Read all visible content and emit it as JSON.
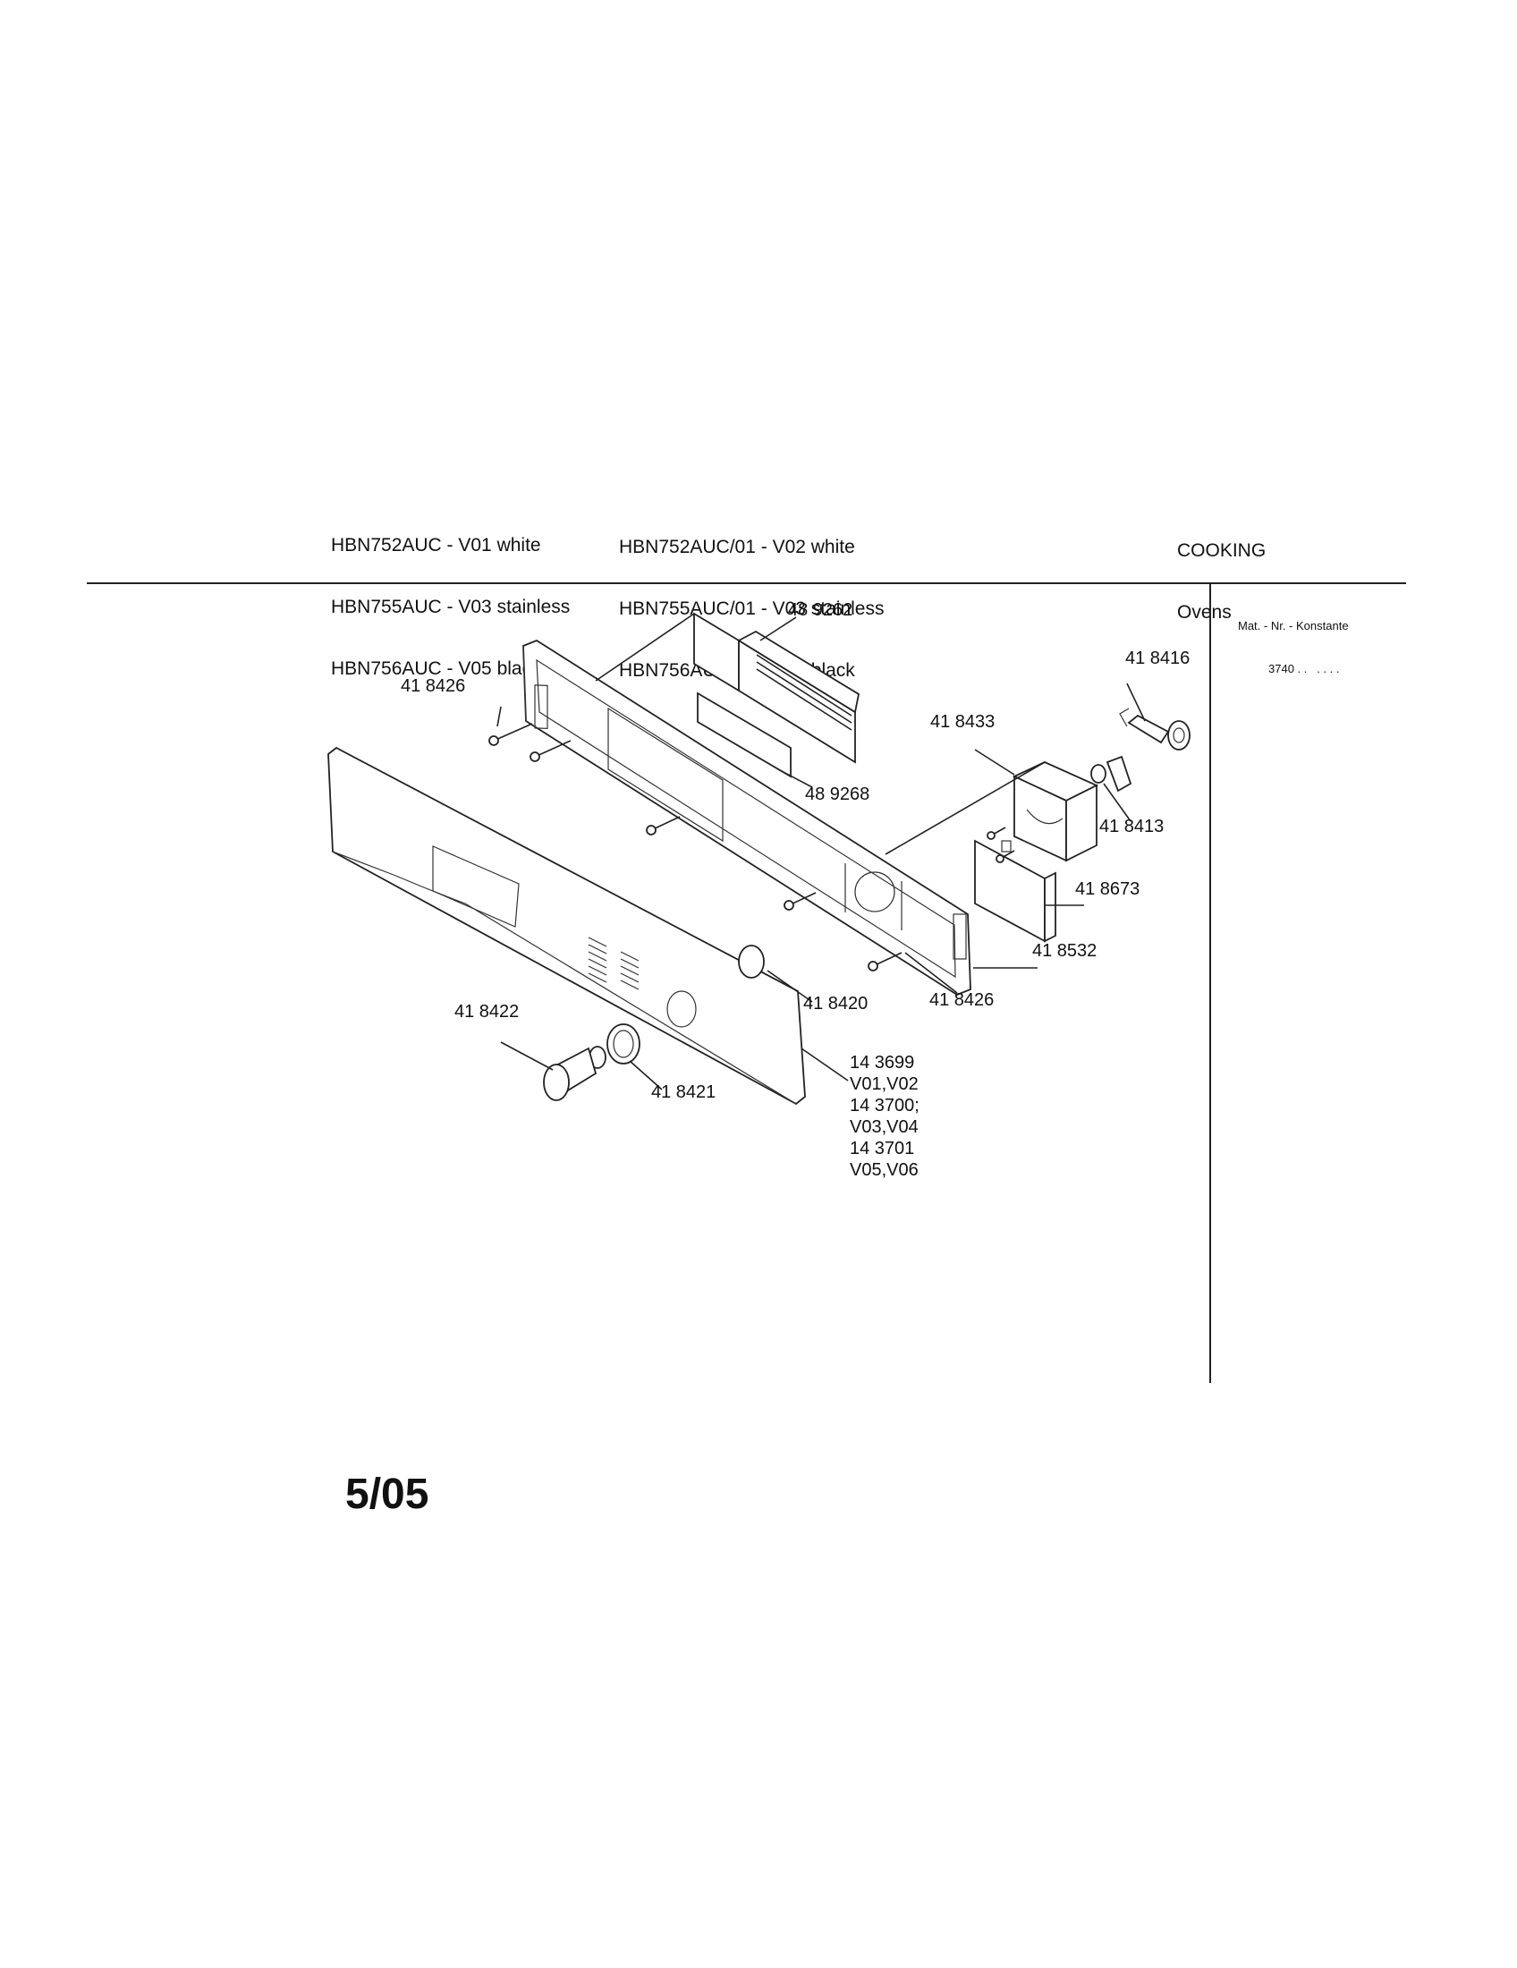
{
  "header": {
    "models_left": [
      "HBN752AUC - V01 white",
      "HBN755AUC - V03 stainless",
      "HBN756AUC - V05 black"
    ],
    "models_right": [
      "HBN752AUC/01 - V02 white",
      "HBN755AUC/01 - V03 stainless",
      "HBN756AUC/01 - V05 black"
    ],
    "category": "COOKING",
    "subcategory": "Ovens"
  },
  "material": {
    "label": "Mat. - Nr. - Konstante",
    "code": "3740 . .   . . . ."
  },
  "parts": {
    "p489262": "48 9262",
    "p418426_top": "41 8426",
    "p418416": "41 8416",
    "p418433": "41 8433",
    "p489268": "48 9268",
    "p418413": "41 8413",
    "p418673": "41 8673",
    "p418532": "41 8532",
    "p418420": "41 8420",
    "p418426_bottom": "41 8426",
    "p418422": "41 8422",
    "p418421": "41 8421",
    "panel_lines": [
      "14 3699",
      "V01,V02",
      "14 3700;",
      "V03,V04",
      "14 3701",
      "V05,V06"
    ]
  },
  "page_number": "5/05"
}
